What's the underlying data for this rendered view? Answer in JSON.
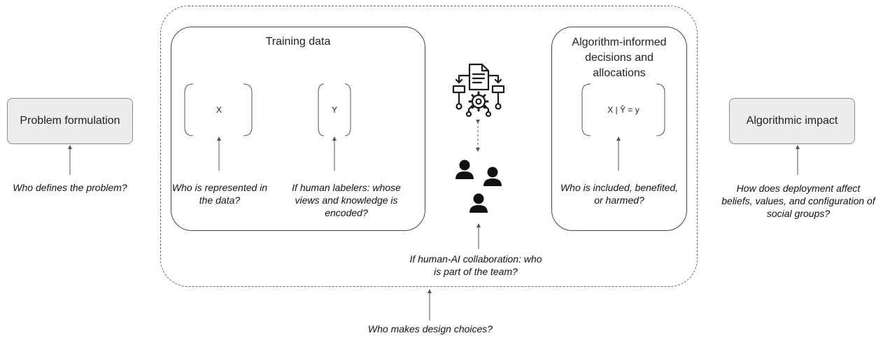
{
  "problem_formulation": {
    "label": "Problem formulation",
    "question": "Who defines the problem?"
  },
  "training_data": {
    "title": "Training data",
    "x_label": "X",
    "y_label": "Y",
    "x_question": "Who is represented in the data?",
    "y_question": "If human labelers: whose views and knowledge is encoded?"
  },
  "algorithm_decisions": {
    "title": "Algorithm-informed decisions and allocations",
    "formula": "X | Ŷ = y",
    "question": "Who is included, benefited, or harmed?"
  },
  "collaboration": {
    "question": "If human-AI collaboration: who is part of the team?",
    "algorithm_icon": "algorithm-workflow-icon",
    "people_icon": "people-group-icon"
  },
  "design_choices": {
    "question": "Who makes design choices?"
  },
  "algorithmic_impact": {
    "label": "Algorithmic impact",
    "question": "How does deployment affect beliefs, values, and configuration of social groups?"
  }
}
